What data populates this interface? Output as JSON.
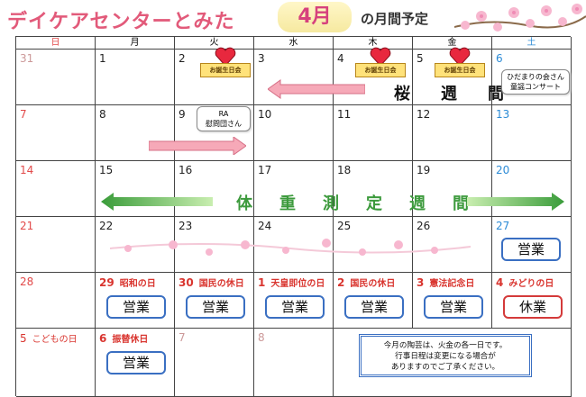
{
  "header": {
    "title": "デイケアセンターとみた",
    "month": "4月",
    "month_suffix": "の月間予定"
  },
  "weekdays": [
    "日",
    "月",
    "火",
    "水",
    "木",
    "金",
    "土"
  ],
  "weeks": [
    [
      "31",
      "1",
      "2",
      "3",
      "4",
      "5",
      "6"
    ],
    [
      "7",
      "8",
      "9",
      "10",
      "11",
      "12",
      "13"
    ],
    [
      "14",
      "15",
      "16",
      "17",
      "18",
      "19",
      "20"
    ],
    [
      "21",
      "22",
      "23",
      "24",
      "25",
      "26",
      "27"
    ],
    [
      "28",
      "29",
      "30",
      "1",
      "2",
      "3",
      "4"
    ],
    [
      "5",
      "6",
      "7",
      "8"
    ]
  ],
  "holidays": {
    "d29": "昭和の日",
    "d30": "国民の休日",
    "d1": "天皇即位の日",
    "d2": "国民の休日",
    "d3": "憲法記念日",
    "d4": "みどりの日",
    "d5": "こどもの日",
    "d6": "振替休日"
  },
  "events": {
    "birthday_label": "お誕生日会",
    "cherry_week": "桜　週　間",
    "weight_week": "体　重　測　定　週　間",
    "ra_visit_line1": "RA",
    "ra_visit_line2": "慰問団さん",
    "himawari_line1": "ひだまりの会さん",
    "himawari_line2": "童謡コンサート"
  },
  "status": {
    "open": "営業",
    "closed": "休業"
  },
  "notice": {
    "line1": "今月の陶芸は、火金の各一日です。",
    "line2": "行事日程は変更になる場合が",
    "line3": "ありますのでご了承ください。"
  },
  "colors": {
    "title": "#e25a7a",
    "sunday": "#e24a4a",
    "saturday": "#2c8bd6",
    "holiday": "#d9352f",
    "open_border": "#3a6fc2",
    "closed_border": "#d43a3a",
    "weight_week": "#3c9a3c"
  }
}
